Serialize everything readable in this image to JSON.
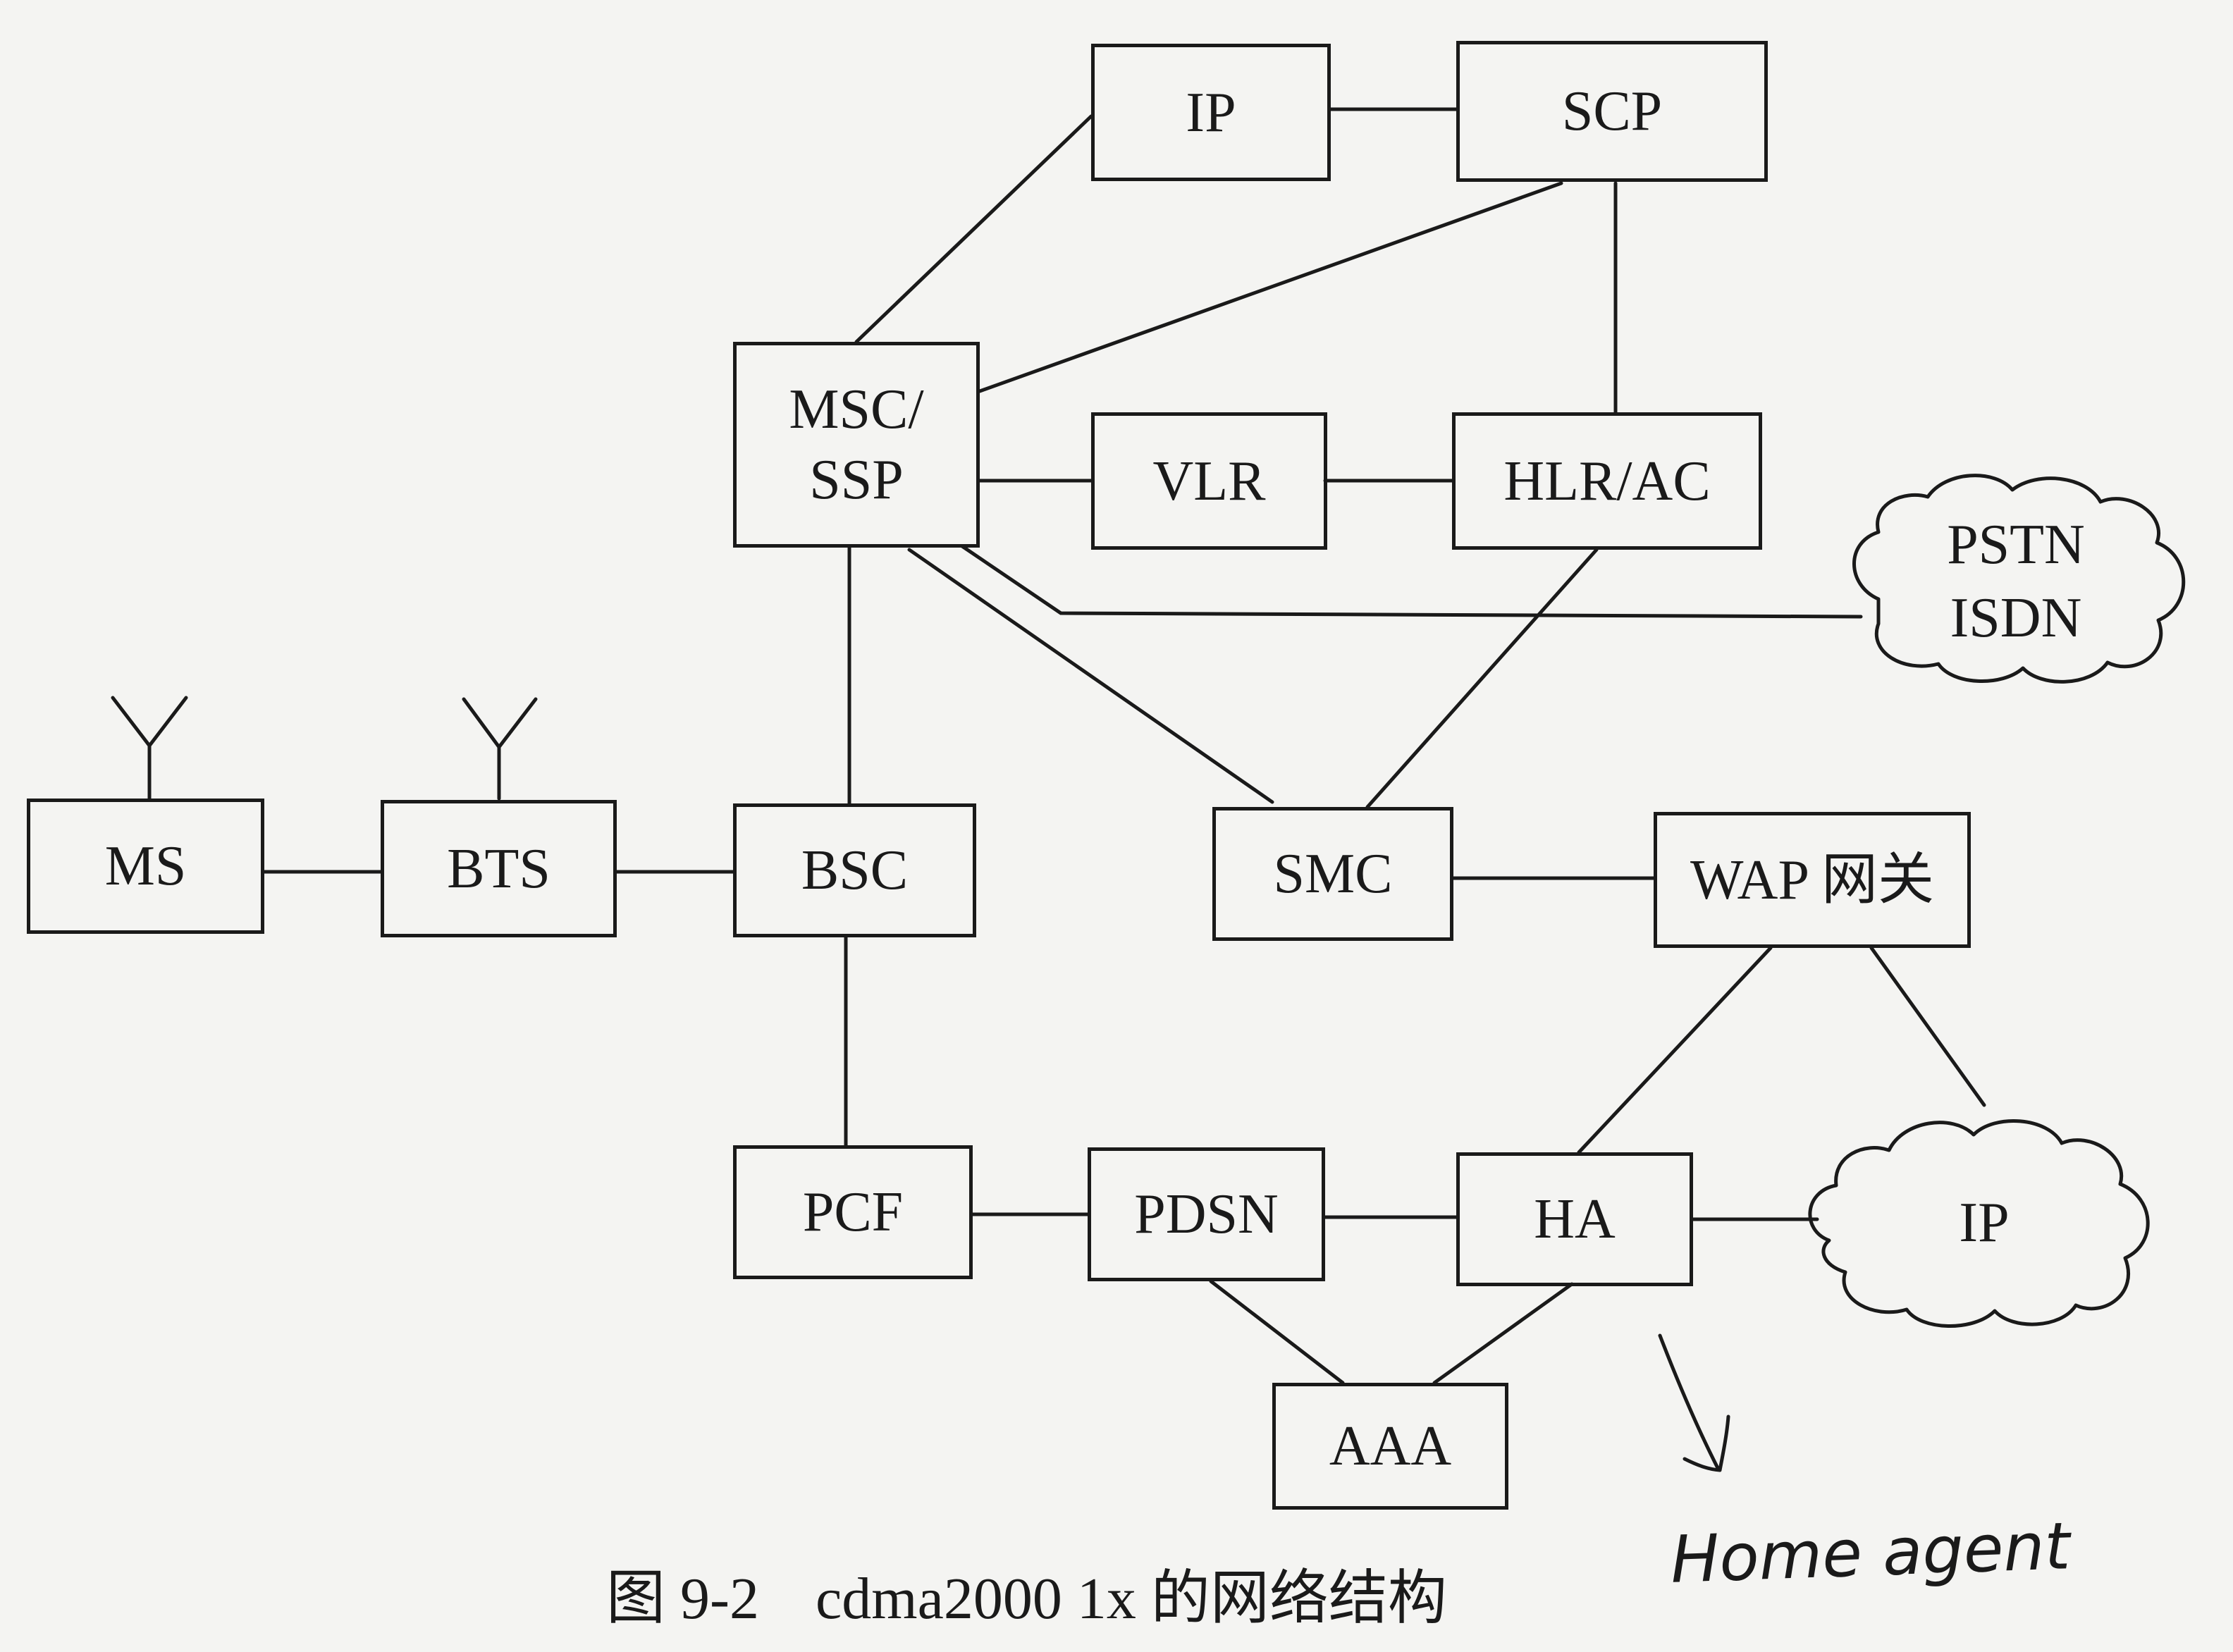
{
  "nodes": {
    "ip_top": "IP",
    "scp": "SCP",
    "msc_ssp": "MSC/\nSSP",
    "vlr": "VLR",
    "hlr_ac": "HLR/AC",
    "ms": "MS",
    "bts": "BTS",
    "bsc": "BSC",
    "smc": "SMC",
    "wap_gateway": "WAP 网关",
    "pcf": "PCF",
    "pdsn": "PDSN",
    "ha": "HA",
    "aaa": "AAA"
  },
  "clouds": {
    "pstn_isdn": "PSTN\nISDN",
    "ip_cloud": "IP"
  },
  "caption": {
    "figure_number": "图 9-2",
    "title": "cdma2000 1x 的网络结构"
  },
  "annotation": {
    "text": "Home agent"
  },
  "colors": {
    "ink": "#1a1a1a",
    "paper": "#f4f4f2"
  }
}
